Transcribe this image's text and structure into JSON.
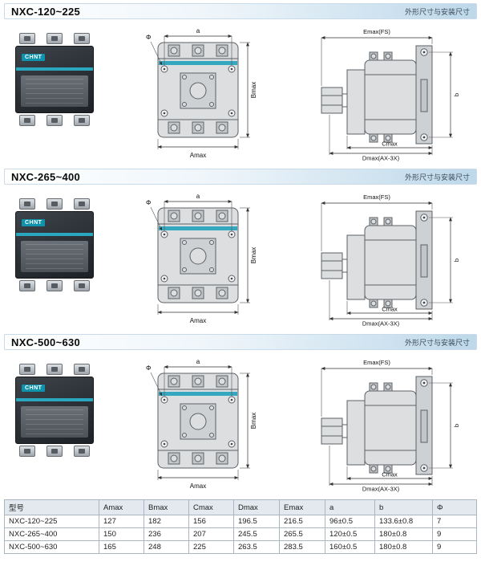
{
  "sections": [
    {
      "title": "NXC-120~225",
      "subtitle": "外形尺寸与安装尺寸",
      "photo_brand": "CHNT",
      "front_view": {
        "dim_top": "a",
        "dim_hole": "Φ",
        "dim_bottom": "Amax",
        "dim_right": "Bmax"
      },
      "side_view": {
        "dim_top": "Emax(FS)",
        "dim_right": "b",
        "dim_bottom1": "Cmax",
        "dim_bottom2": "Dmax(AX-3X)"
      }
    },
    {
      "title": "NXC-265~400",
      "subtitle": "外形尺寸与安装尺寸",
      "photo_brand": "CHNT",
      "front_view": {
        "dim_top": "a",
        "dim_hole": "Φ",
        "dim_bottom": "Amax",
        "dim_right": "Bmax"
      },
      "side_view": {
        "dim_top": "Emax(FS)",
        "dim_right": "b",
        "dim_bottom1": "Cmax",
        "dim_bottom2": "Dmax(AX-3X)"
      }
    },
    {
      "title": "NXC-500~630",
      "subtitle": "外形尺寸与安装尺寸",
      "photo_brand": "CHNT",
      "front_view": {
        "dim_top": "a",
        "dim_hole": "Φ",
        "dim_bottom": "Amax",
        "dim_right": "Bmax"
      },
      "side_view": {
        "dim_top": "Emax(FS)",
        "dim_right": "b",
        "dim_bottom1": "Cmax",
        "dim_bottom2": "Dmax(AX-3X)"
      }
    }
  ],
  "table": {
    "headers": [
      "型号",
      "Amax",
      "Bmax",
      "Cmax",
      "Dmax",
      "Emax",
      "a",
      "b",
      "Φ"
    ],
    "rows": [
      [
        "NXC-120~225",
        "127",
        "182",
        "156",
        "196.5",
        "216.5",
        "96±0.5",
        "133.6±0.8",
        "7"
      ],
      [
        "NXC-265~400",
        "150",
        "236",
        "207",
        "245.5",
        "265.5",
        "120±0.5",
        "180±0.8",
        "9"
      ],
      [
        "NXC-500~630",
        "165",
        "248",
        "225",
        "263.5",
        "283.5",
        "160±0.5",
        "180±0.8",
        "9"
      ]
    ]
  },
  "colors": {
    "header_bar_blue": "#bdd8ea",
    "brand_teal": "#2ba6bf",
    "drawing_fill": "#dcdee0",
    "table_header_bg": "#e3e9ef"
  }
}
